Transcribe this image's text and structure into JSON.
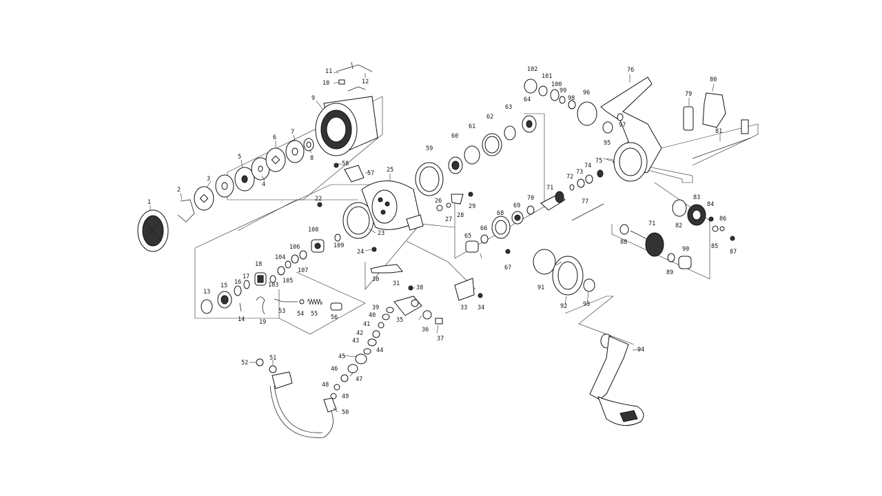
{
  "diagram": {
    "part_labels": [
      {
        "id": "p1",
        "text": "1"
      },
      {
        "id": "p2",
        "text": "2"
      },
      {
        "id": "p3",
        "text": "3"
      },
      {
        "id": "p4",
        "text": "4"
      },
      {
        "id": "p5",
        "text": "5"
      },
      {
        "id": "p6",
        "text": "6"
      },
      {
        "id": "p7",
        "text": "7"
      },
      {
        "id": "p8",
        "text": "8"
      },
      {
        "id": "p9",
        "text": "9"
      },
      {
        "id": "p10",
        "text": "10"
      },
      {
        "id": "p11",
        "text": "11"
      },
      {
        "id": "p12",
        "text": "12"
      },
      {
        "id": "p13",
        "text": "13"
      },
      {
        "id": "p14",
        "text": "14"
      },
      {
        "id": "p15",
        "text": "15"
      },
      {
        "id": "p16",
        "text": "16"
      },
      {
        "id": "p17",
        "text": "17"
      },
      {
        "id": "p18",
        "text": "18"
      },
      {
        "id": "p19",
        "text": "19"
      },
      {
        "id": "p22",
        "text": "22"
      },
      {
        "id": "p23",
        "text": "23"
      },
      {
        "id": "p24",
        "text": "24"
      },
      {
        "id": "p25",
        "text": "25"
      },
      {
        "id": "p26",
        "text": "26"
      },
      {
        "id": "p27",
        "text": "27"
      },
      {
        "id": "p28",
        "text": "28"
      },
      {
        "id": "p29",
        "text": "29"
      },
      {
        "id": "p30",
        "text": "30"
      },
      {
        "id": "p31",
        "text": "31"
      },
      {
        "id": "p33",
        "text": "33"
      },
      {
        "id": "p34",
        "text": "34"
      },
      {
        "id": "p35",
        "text": "35"
      },
      {
        "id": "p36",
        "text": "36"
      },
      {
        "id": "p37",
        "text": "37"
      },
      {
        "id": "p38",
        "text": "38"
      },
      {
        "id": "p39",
        "text": "39"
      },
      {
        "id": "p40",
        "text": "40"
      },
      {
        "id": "p41",
        "text": "41"
      },
      {
        "id": "p42",
        "text": "42"
      },
      {
        "id": "p43",
        "text": "43"
      },
      {
        "id": "p44",
        "text": "44"
      },
      {
        "id": "p45",
        "text": "45"
      },
      {
        "id": "p46",
        "text": "46"
      },
      {
        "id": "p47",
        "text": "47"
      },
      {
        "id": "p48",
        "text": "48"
      },
      {
        "id": "p49",
        "text": "49"
      },
      {
        "id": "p50",
        "text": "50"
      },
      {
        "id": "p51",
        "text": "51"
      },
      {
        "id": "p52",
        "text": "52"
      },
      {
        "id": "p53",
        "text": "53"
      },
      {
        "id": "p54",
        "text": "54"
      },
      {
        "id": "p55",
        "text": "55"
      },
      {
        "id": "p56",
        "text": "56"
      },
      {
        "id": "p57",
        "text": "57"
      },
      {
        "id": "p58",
        "text": "58"
      },
      {
        "id": "p59",
        "text": "59"
      },
      {
        "id": "p60",
        "text": "60"
      },
      {
        "id": "p61",
        "text": "61"
      },
      {
        "id": "p62",
        "text": "62"
      },
      {
        "id": "p63",
        "text": "63"
      },
      {
        "id": "p64",
        "text": "64"
      },
      {
        "id": "p65",
        "text": "65"
      },
      {
        "id": "p66",
        "text": "66"
      },
      {
        "id": "p67",
        "text": "67"
      },
      {
        "id": "p68",
        "text": "68"
      },
      {
        "id": "p69",
        "text": "69"
      },
      {
        "id": "p70",
        "text": "70"
      },
      {
        "id": "p71a",
        "text": "71"
      },
      {
        "id": "p71b",
        "text": "71"
      },
      {
        "id": "p72",
        "text": "72"
      },
      {
        "id": "p73",
        "text": "73"
      },
      {
        "id": "p74",
        "text": "74"
      },
      {
        "id": "p75",
        "text": "75"
      },
      {
        "id": "p76",
        "text": "76"
      },
      {
        "id": "p77",
        "text": "77"
      },
      {
        "id": "p79",
        "text": "79"
      },
      {
        "id": "p80",
        "text": "80"
      },
      {
        "id": "p81",
        "text": "81"
      },
      {
        "id": "p82",
        "text": "82"
      },
      {
        "id": "p83",
        "text": "83"
      },
      {
        "id": "p84",
        "text": "84"
      },
      {
        "id": "p85",
        "text": "85"
      },
      {
        "id": "p86",
        "text": "86"
      },
      {
        "id": "p87",
        "text": "87"
      },
      {
        "id": "p88",
        "text": "88"
      },
      {
        "id": "p89",
        "text": "89"
      },
      {
        "id": "p90",
        "text": "90"
      },
      {
        "id": "p91",
        "text": "91"
      },
      {
        "id": "p92",
        "text": "92"
      },
      {
        "id": "p93",
        "text": "93"
      },
      {
        "id": "p94",
        "text": "94"
      },
      {
        "id": "p95",
        "text": "95"
      },
      {
        "id": "p96",
        "text": "96"
      },
      {
        "id": "p97",
        "text": "97"
      },
      {
        "id": "p98",
        "text": "98"
      },
      {
        "id": "p99",
        "text": "99"
      },
      {
        "id": "p100",
        "text": "100"
      },
      {
        "id": "p101",
        "text": "101"
      },
      {
        "id": "p102",
        "text": "102"
      },
      {
        "id": "p103",
        "text": "103"
      },
      {
        "id": "p104",
        "text": "104"
      },
      {
        "id": "p105",
        "text": "105"
      },
      {
        "id": "p106",
        "text": "106"
      },
      {
        "id": "p107",
        "text": "107"
      },
      {
        "id": "p108",
        "text": "108"
      },
      {
        "id": "p109",
        "text": "109"
      }
    ]
  }
}
